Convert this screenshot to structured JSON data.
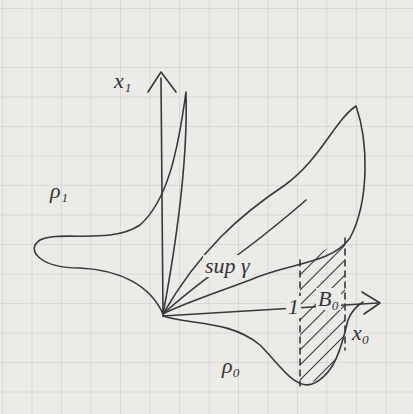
{
  "diagram": {
    "labels": [
      "x₁",
      "ρ₁",
      "sup γ",
      "1",
      "B₀",
      "ρ₀",
      "x₀"
    ]
  }
}
